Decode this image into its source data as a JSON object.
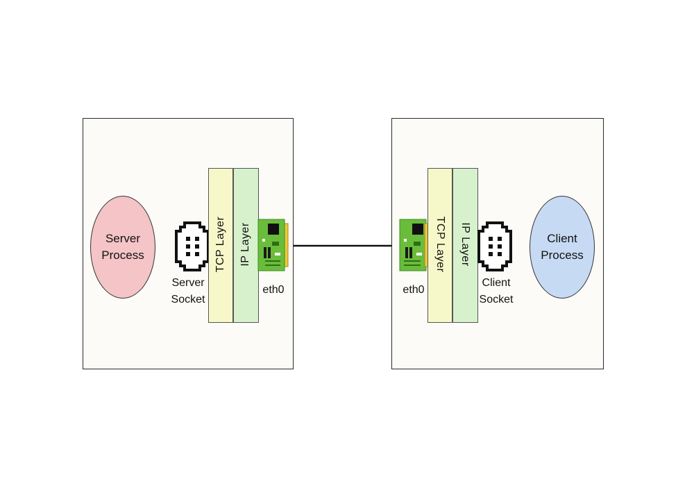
{
  "server_host": {
    "process_label": "Server\nProcess",
    "socket_label": "Server\nSocket",
    "tcp_layer_label": "TCP Layer",
    "ip_layer_label": "IP Layer",
    "nic_label": "eth0"
  },
  "client_host": {
    "process_label": "Client\nProcess",
    "socket_label": "Client\nSocket",
    "tcp_layer_label": "TCP Layer",
    "ip_layer_label": "IP Layer",
    "nic_label": "eth0"
  },
  "colors": {
    "server_process_fill": "#f4c4c6",
    "client_process_fill": "#c7daf3",
    "tcp_layer_fill": "#f7f8c9",
    "ip_layer_fill": "#d7f1cd",
    "nic_board": "#6abd3a",
    "nic_connector": "#e9c93b"
  }
}
